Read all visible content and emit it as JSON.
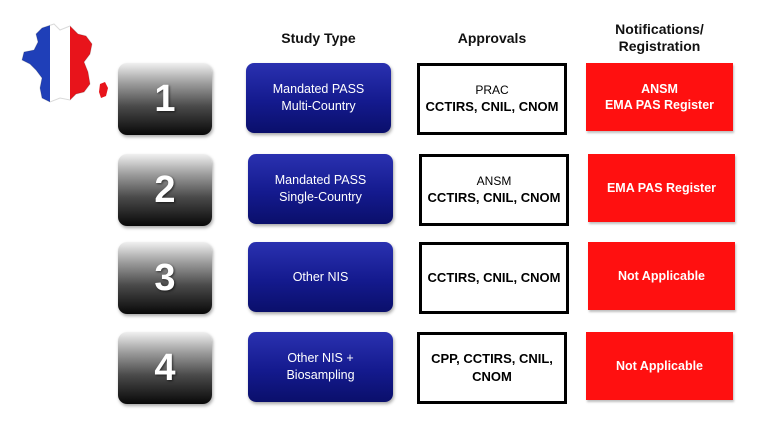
{
  "headers": {
    "study_type": "Study Type",
    "approvals": "Approvals",
    "notifications_line1": "Notifications/",
    "notifications_line2": "Registration"
  },
  "colors": {
    "flag_blue": "#1f3fb8",
    "flag_white": "#ffffff",
    "flag_red": "#e8141b",
    "study_box_blue": "#141a8e",
    "notification_red": "#ff1010"
  },
  "rows": [
    {
      "number": "1",
      "study_type": [
        "Mandated PASS",
        "Multi-Country"
      ],
      "approvals": [
        "PRAC",
        "CCTIRS, CNIL, CNOM"
      ],
      "notifications": [
        "ANSM",
        "EMA PAS Register"
      ]
    },
    {
      "number": "2",
      "study_type": [
        "Mandated PASS",
        "Single-Country"
      ],
      "approvals": [
        "ANSM",
        "CCTIRS, CNIL, CNOM"
      ],
      "notifications": [
        "EMA PAS Register"
      ]
    },
    {
      "number": "3",
      "study_type": [
        "Other NIS"
      ],
      "approvals": [
        "CCTIRS, CNIL, CNOM"
      ],
      "notifications": [
        "Not Applicable"
      ]
    },
    {
      "number": "4",
      "study_type": [
        "Other NIS +",
        "Biosampling"
      ],
      "approvals": [
        "CPP, CCTIRS, CNIL,",
        "CNOM"
      ],
      "notifications": [
        "Not Applicable"
      ]
    }
  ]
}
